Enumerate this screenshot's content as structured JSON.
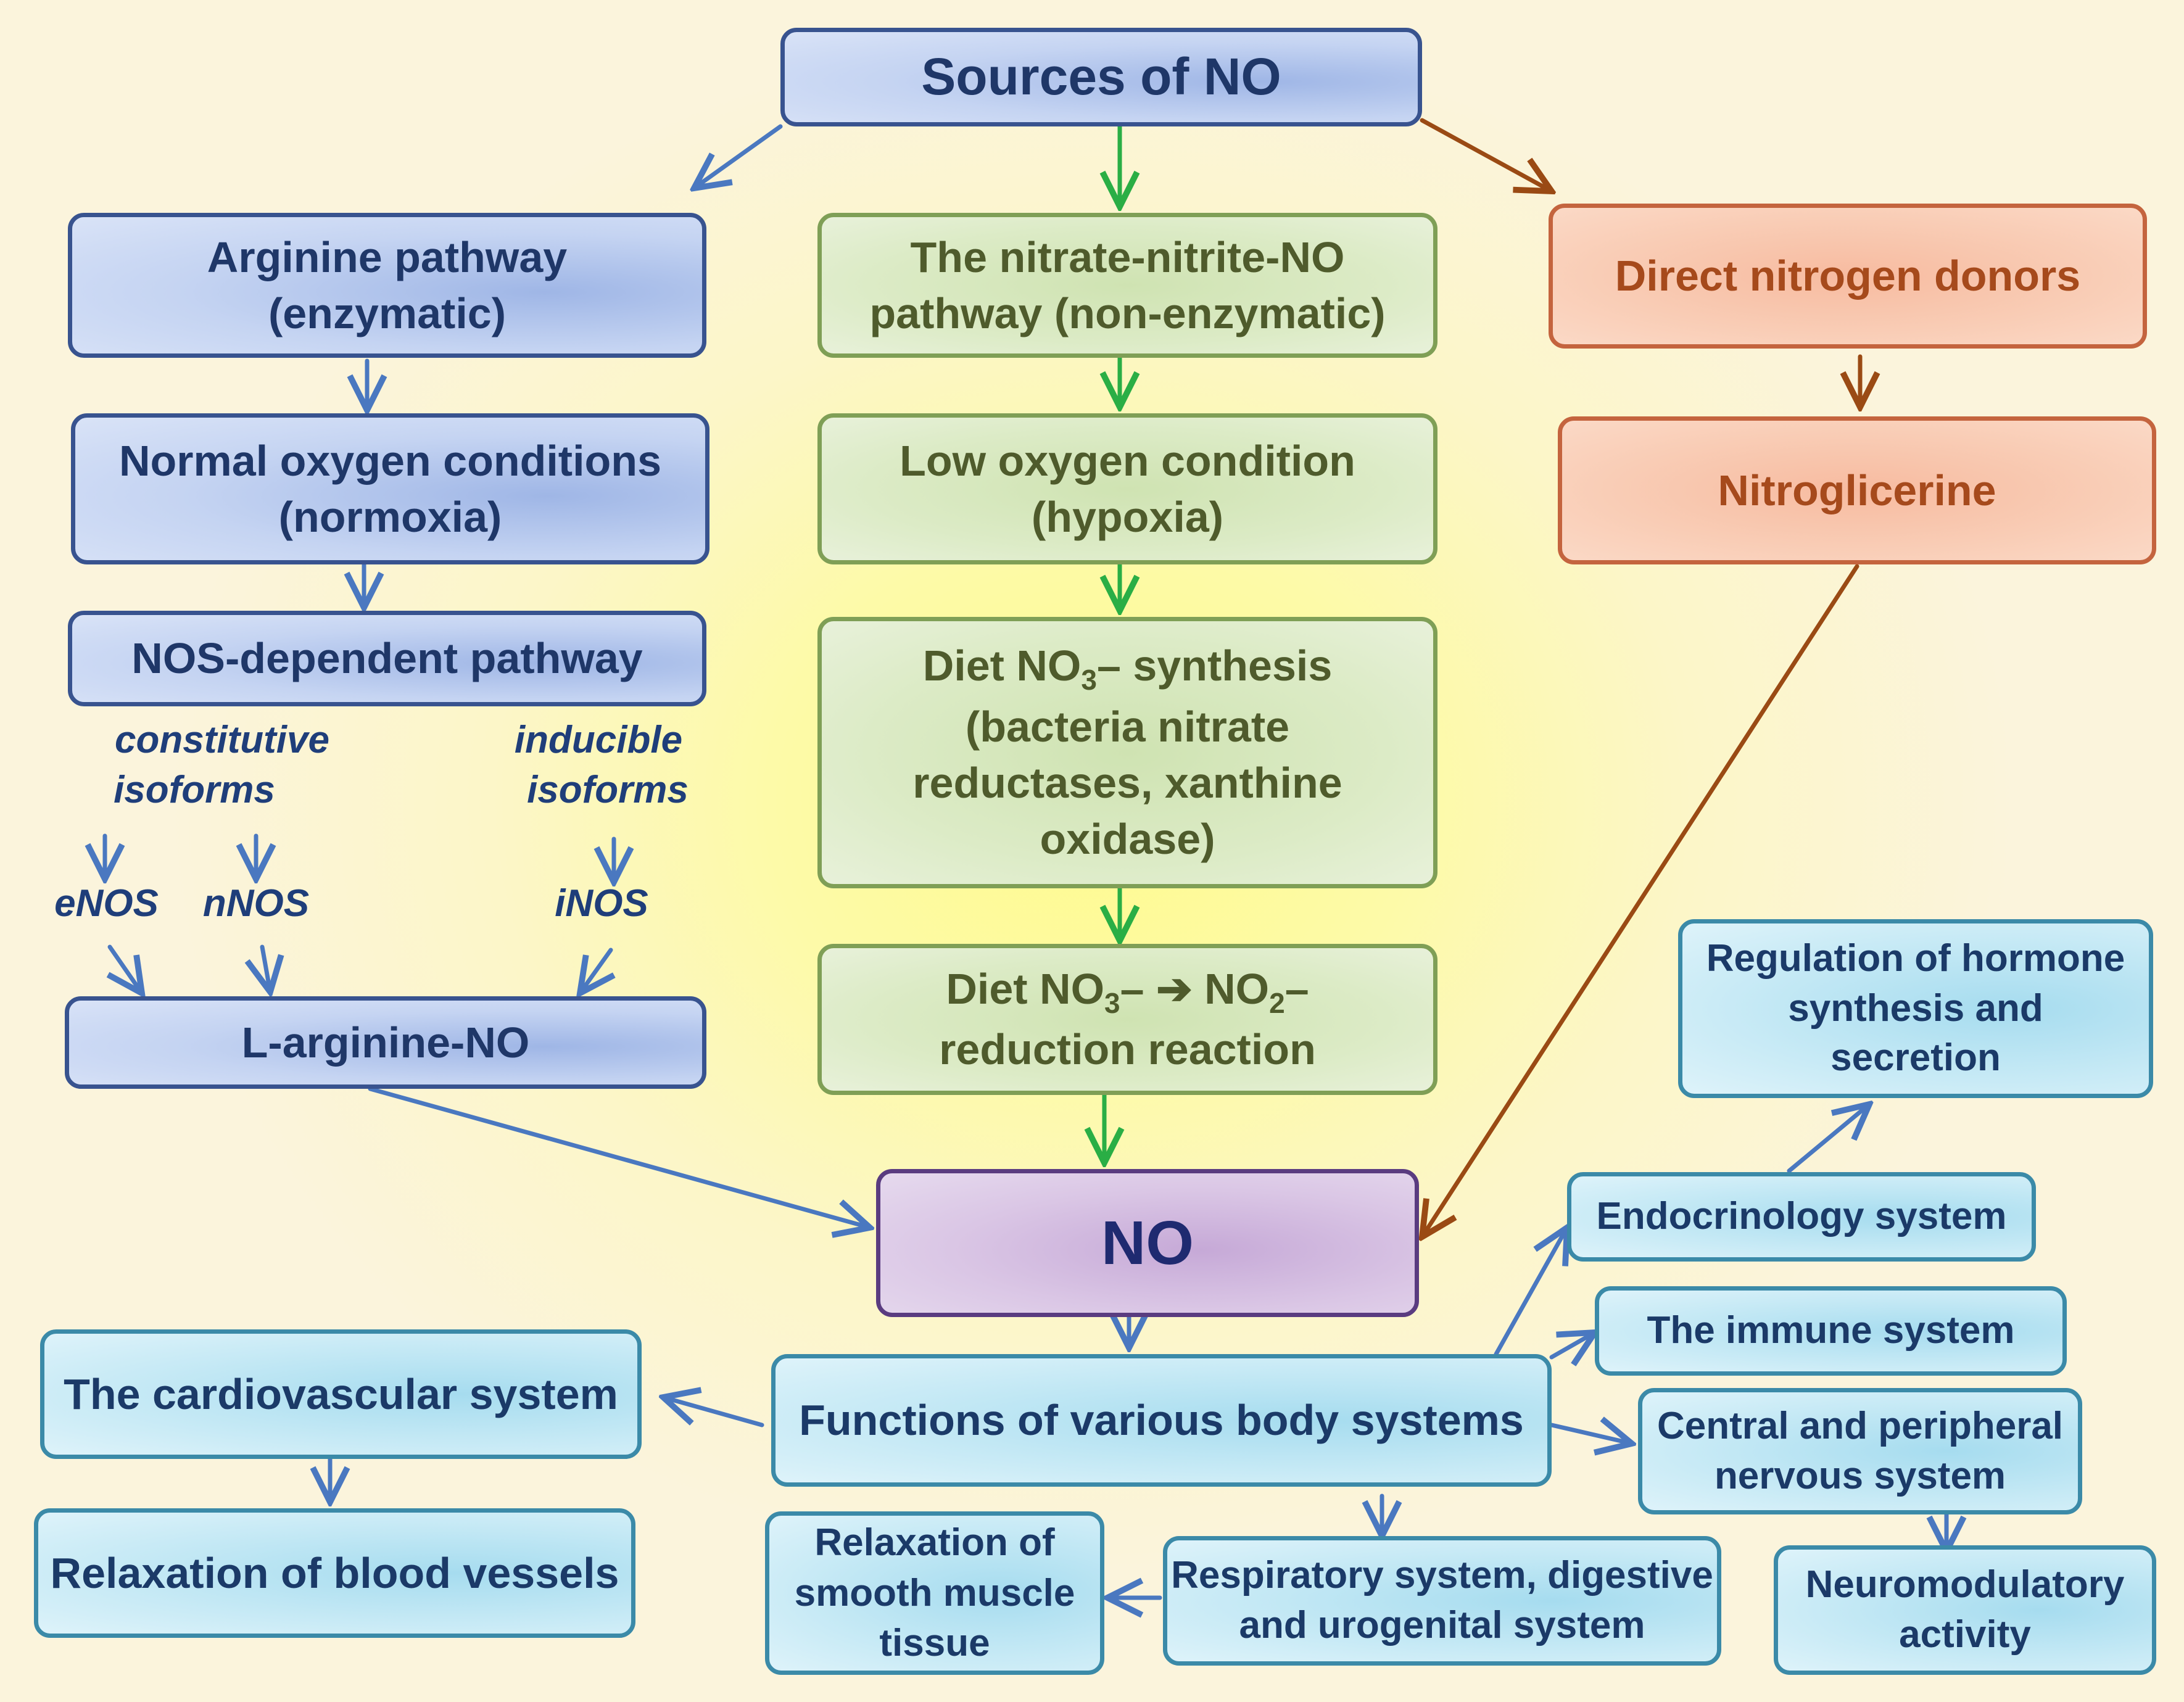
{
  "nodes": {
    "sources": "Sources of NO",
    "arginine_pathway_1": "Arginine pathway",
    "arginine_pathway_2": "(enzymatic)",
    "normal_oxygen_1": "Normal oxygen conditions",
    "normal_oxygen_2": "(normoxia)",
    "nos_dependent": "NOS-dependent pathway",
    "constitutive_1": "constitutive",
    "constitutive_2": "isoforms",
    "inducible_1": "inducible",
    "inducible_2": "isoforms",
    "enos": "eNOS",
    "nnos": "nNOS",
    "inos": "iNOS",
    "l_arginine_no": "L-arginine-NO",
    "nitrate_pathway_1": "The nitrate-nitrite-NO",
    "nitrate_pathway_2": "pathway (non-enzymatic)",
    "low_oxygen_1": "Low oxygen condition",
    "low_oxygen_2": "(hypoxia)",
    "diet_synth_1a": "Diet NO",
    "diet_synth_1sub": "3",
    "diet_synth_1b": "– synthesis",
    "diet_synth_2": "(bacteria nitrate",
    "diet_synth_3": "reductases, xanthine",
    "diet_synth_4": "oxidase)",
    "diet_red_a": "Diet NO",
    "diet_red_sub1": "3",
    "diet_red_b": "– ➔ NO",
    "diet_red_sub2": "2",
    "diet_red_c": "–",
    "diet_red_2": "reduction reaction",
    "direct_donors": "Direct nitrogen donors",
    "nitroglicerine": "Nitroglicerine",
    "no": "NO",
    "functions": "Functions of various body systems",
    "cardiovascular": "The cardiovascular system",
    "relaxation_vessels": "Relaxation of blood vessels",
    "relaxation_smooth_1": "Relaxation of",
    "relaxation_smooth_2": "smooth muscle",
    "relaxation_smooth_3": "tissue",
    "respiratory_1": "Respiratory system, digestive",
    "respiratory_2": "and urogenital system",
    "endocrinology": "Endocrinology system",
    "hormone_1": "Regulation of hormone",
    "hormone_2": "synthesis and",
    "hormone_3": "secretion",
    "immune": "The immune system",
    "nervous_1": "Central and peripheral",
    "nervous_2": "nervous system",
    "neuromod_1": "Neuromodulatory",
    "neuromod_2": "activity"
  },
  "colors": {
    "blue_arrow": "#4a78c0",
    "green_arrow": "#2aae45",
    "brown_arrow": "#9a4a14"
  }
}
